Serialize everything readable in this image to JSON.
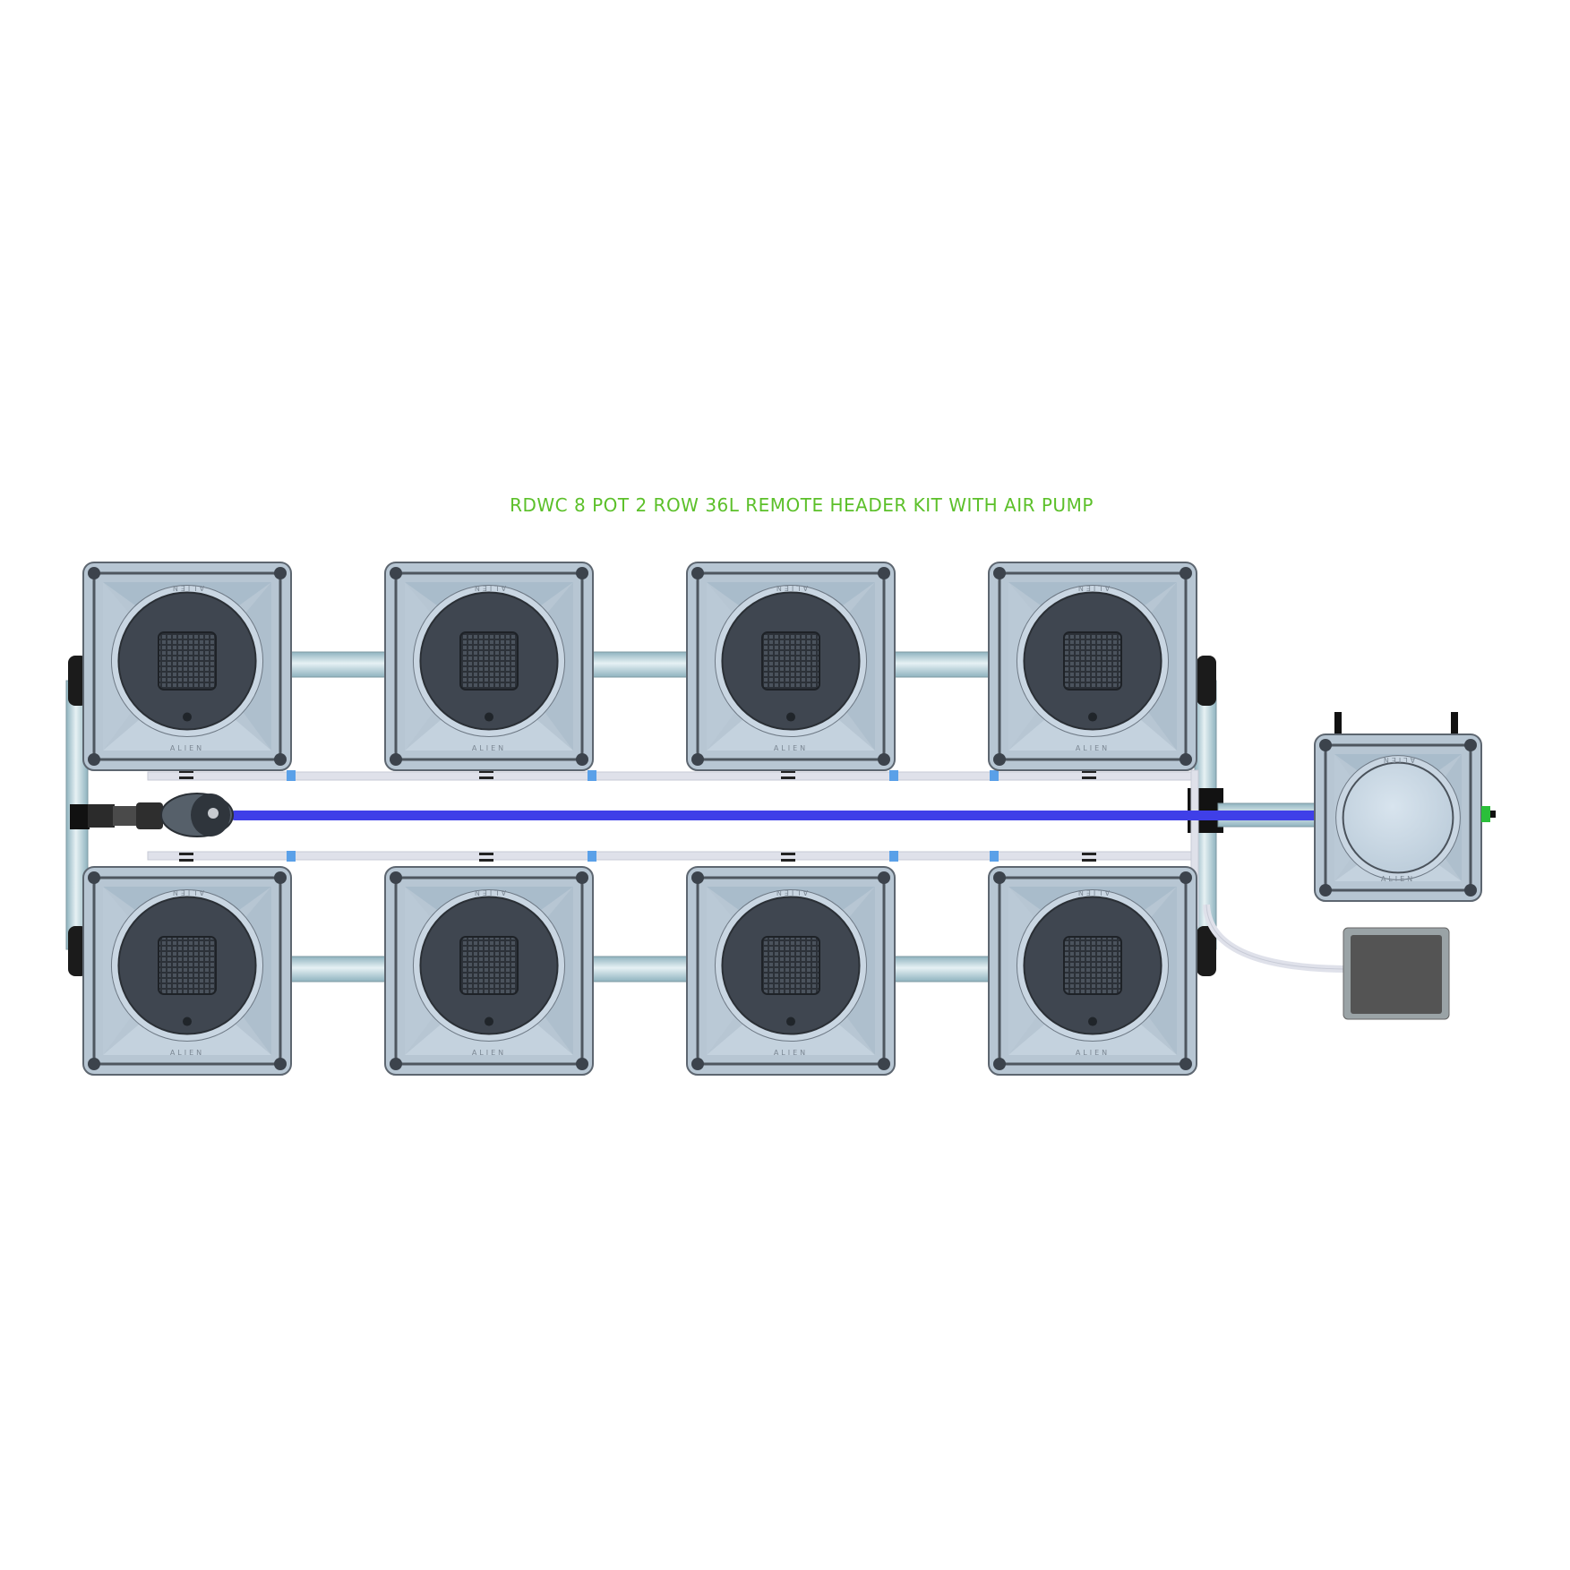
{
  "title": "RDWC 8 POT 2 ROW 36L REMOTE HEADER KIT WITH AIR PUMP",
  "pot_brand": "ALIEN",
  "layout": {
    "rows": 2,
    "pots_per_row": 4,
    "pot_count": 8
  },
  "components": {
    "pots": 8,
    "header_tank": 1,
    "air_pump": 1,
    "water_pump": 1
  },
  "colors": {
    "title": "#5cc02a",
    "pot_body": "#b7c6d3",
    "pot_dark": "#3f4650",
    "pipe": "#b8cfd6",
    "water_line": "#3f3fe8",
    "air_line": "#dfe1ea",
    "air_pump_body": "#545454",
    "valve_green": "#2bbf3a"
  }
}
